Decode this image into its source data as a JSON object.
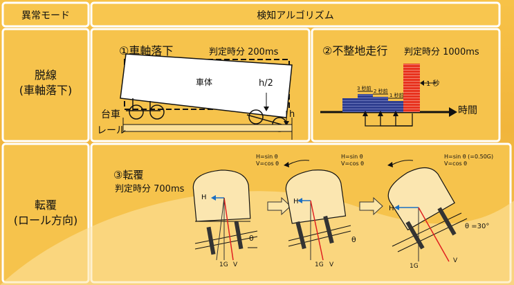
{
  "header": {
    "mode_label": "異常モード",
    "algorithm_label": "検知アルゴリズム"
  },
  "rows": {
    "derail": {
      "label_line1": "脱線",
      "label_line2": "(車軸落下)"
    },
    "rollover": {
      "label_line1": "転覆",
      "label_line2": "(ロール方向)"
    }
  },
  "axle_drop": {
    "title": "①車軸落下",
    "judge": "判定時分 200ms",
    "body_label": "車体",
    "h2_label": "h/2",
    "h_label": "h",
    "bogie_label": "台車",
    "rail_label": "レール"
  },
  "rough_ground": {
    "title": "②不整地走行",
    "judge": "判定時分 1000ms",
    "label_3s": "3 秒前",
    "label_2s": "2 秒前",
    "label_1s": "1 秒前",
    "label_1sec": "1 秒",
    "time_label": "時間"
  },
  "rollover_algo": {
    "title": "③転覆",
    "judge": "判定時分 700ms",
    "diagrams": [
      {
        "formula_h": "H=sin θ",
        "formula_v": "V=cos θ",
        "h": "H",
        "g": "1G",
        "v": "V",
        "theta": "θ"
      },
      {
        "formula_h": "H=sin θ",
        "formula_v": "V=cos θ",
        "h": "H",
        "g": "1G",
        "v": "V",
        "theta": "θ"
      },
      {
        "formula_h": "H=sin θ (=0.50G)",
        "formula_v": "V=cos θ",
        "h": "H",
        "g": "1G",
        "v": "V",
        "theta": "θ =30°"
      }
    ]
  },
  "colors": {
    "panel_fill": "#f7c54e",
    "border": "#ffffff",
    "bar_blue": "#2f3e8f",
    "bar_red": "#e8321e",
    "arrow_h": "#1b6fc2",
    "arrow_red": "#e02020"
  }
}
